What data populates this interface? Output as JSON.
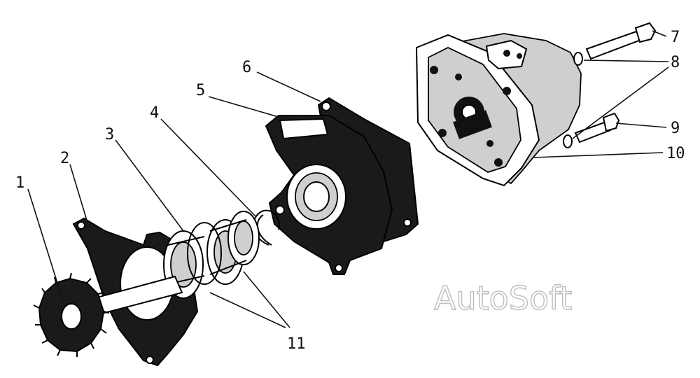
{
  "watermark": "AutoSoft",
  "callouts": [
    {
      "id": "1",
      "text": "1"
    },
    {
      "id": "2",
      "text": "2"
    },
    {
      "id": "3",
      "text": "3"
    },
    {
      "id": "4",
      "text": "4"
    },
    {
      "id": "5",
      "text": "5"
    },
    {
      "id": "6",
      "text": "6"
    },
    {
      "id": "7",
      "text": "7"
    },
    {
      "id": "8",
      "text": "8"
    },
    {
      "id": "9",
      "text": "9"
    },
    {
      "id": "10",
      "text": "10"
    },
    {
      "id": "11",
      "text": "11"
    }
  ]
}
